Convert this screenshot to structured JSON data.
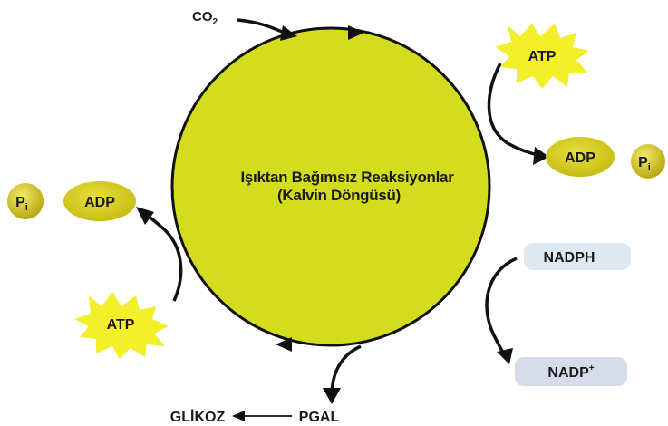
{
  "cycle": {
    "title_line1": "Işıktan Bağımsız Reaksiyonlar",
    "title_line2": "(Kalvin Döngüsü)"
  },
  "inputs": {
    "co2": "CO",
    "co2_sub": "2",
    "atp_right": "ATP",
    "atp_left": "ATP",
    "nadph": "NADPH"
  },
  "outputs": {
    "adp_right": "ADP",
    "adp_left": "ADP",
    "pi_right": "P",
    "pi_right_sub": "i",
    "pi_left": "P",
    "pi_left_sub": "i",
    "nadp": "NADP",
    "nadp_sup": "+",
    "pgal": "PGAL",
    "glikoz": "GLİKOZ"
  },
  "colors": {
    "cycle_fill": "#d4dc1e",
    "cycle_stroke": "#111111",
    "atp_star": "#f3ef2a",
    "adp_oval": "#d1c81a",
    "pi_circle": "#d6c81c",
    "nadph_box": "#dde8f0",
    "nadp_box": "#d6dbea"
  }
}
